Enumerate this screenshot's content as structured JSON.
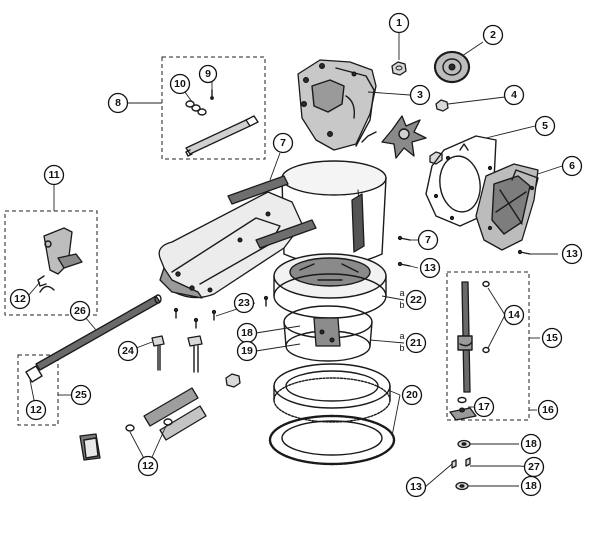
{
  "diagram": {
    "type": "exploded-parts-view",
    "callouts": [
      {
        "id": "c1",
        "label": "1"
      },
      {
        "id": "c2",
        "label": "2"
      },
      {
        "id": "c3",
        "label": "3"
      },
      {
        "id": "c4",
        "label": "4"
      },
      {
        "id": "c5",
        "label": "5"
      },
      {
        "id": "c6",
        "label": "6"
      },
      {
        "id": "c7a",
        "label": "7"
      },
      {
        "id": "c7b",
        "label": "7"
      },
      {
        "id": "c8",
        "label": "8"
      },
      {
        "id": "c9",
        "label": "9"
      },
      {
        "id": "c10",
        "label": "10"
      },
      {
        "id": "c11",
        "label": "11"
      },
      {
        "id": "c12a",
        "label": "12"
      },
      {
        "id": "c12b",
        "label": "12"
      },
      {
        "id": "c12c",
        "label": "12"
      },
      {
        "id": "c13a",
        "label": "13"
      },
      {
        "id": "c13b",
        "label": "13"
      },
      {
        "id": "c13c",
        "label": "13"
      },
      {
        "id": "c14",
        "label": "14"
      },
      {
        "id": "c15",
        "label": "15"
      },
      {
        "id": "c16",
        "label": "16"
      },
      {
        "id": "c17",
        "label": "17"
      },
      {
        "id": "c18a",
        "label": "18"
      },
      {
        "id": "c18b",
        "label": "18"
      },
      {
        "id": "c18c",
        "label": "18"
      },
      {
        "id": "c19",
        "label": "19"
      },
      {
        "id": "c20",
        "label": "20"
      },
      {
        "id": "c21",
        "label": "21"
      },
      {
        "id": "c22",
        "label": "22"
      },
      {
        "id": "c23",
        "label": "23"
      },
      {
        "id": "c24",
        "label": "24"
      },
      {
        "id": "c25",
        "label": "25"
      },
      {
        "id": "c26",
        "label": "26"
      },
      {
        "id": "c27",
        "label": "27"
      }
    ],
    "sublabels": [
      {
        "id": "s22a",
        "text": "a"
      },
      {
        "id": "s22b",
        "text": "b"
      },
      {
        "id": "s21a",
        "text": "a"
      },
      {
        "id": "s21b",
        "text": "b"
      }
    ]
  }
}
